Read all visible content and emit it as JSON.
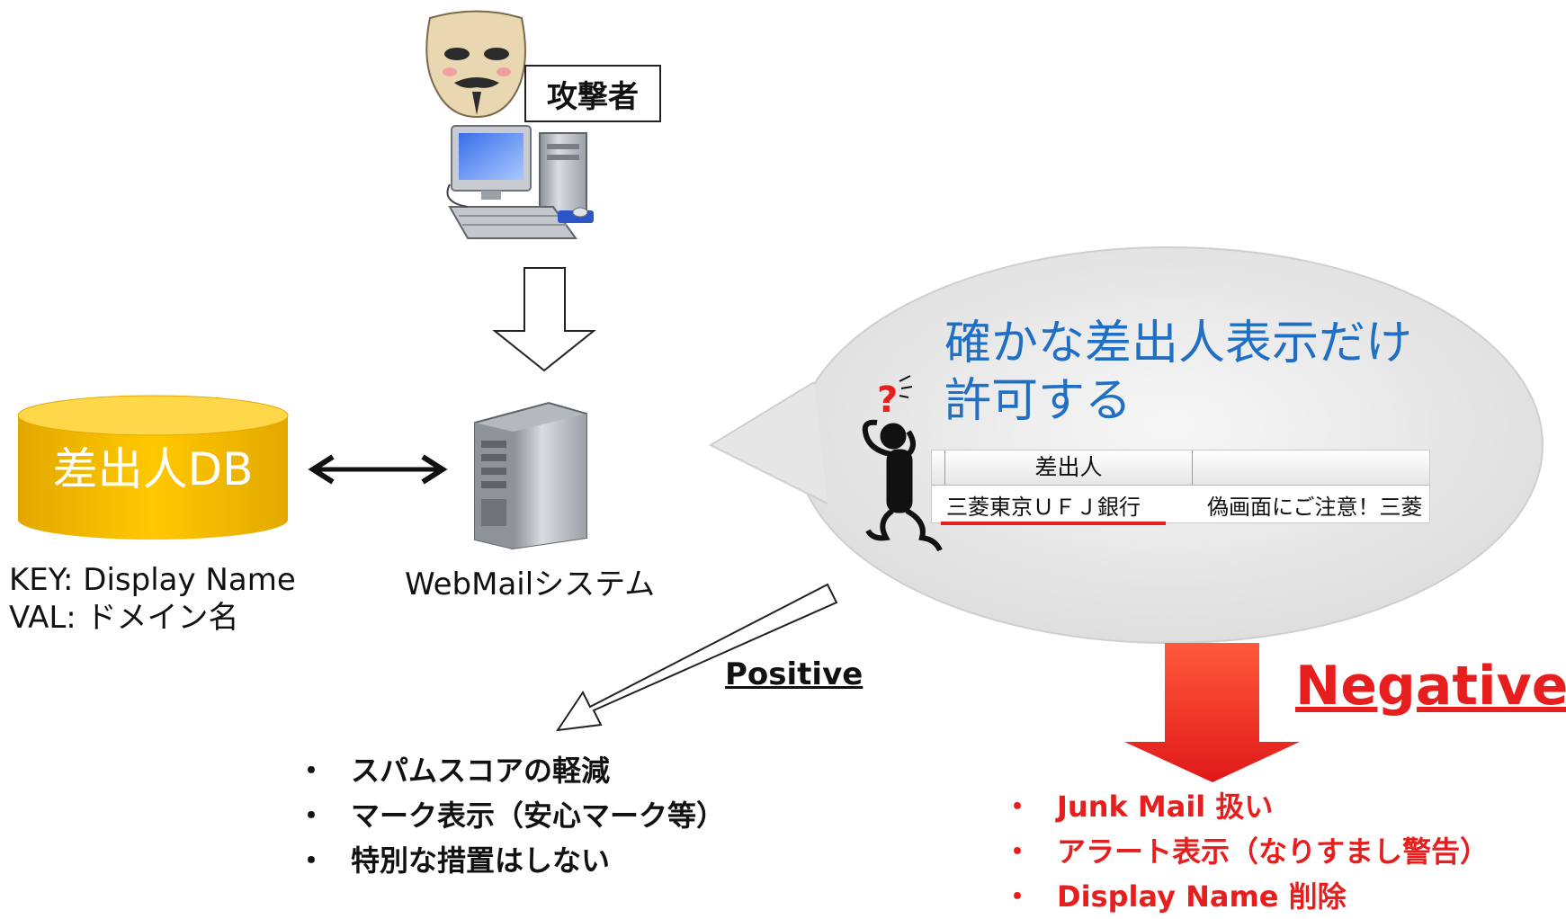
{
  "attacker_label": "攻撃者",
  "db": {
    "label": "差出人DB",
    "key_line": "KEY: Display Name",
    "val_line": "VAL: ドメイン名"
  },
  "server_label": "WebMailシステム",
  "bubble": {
    "line1": "確かな差出人表示だけ",
    "line2": "許可する"
  },
  "mail_table": {
    "header": "差出人",
    "sender": "三菱東京ＵＦＪ銀行",
    "subject": "偽画面にご注意！三菱"
  },
  "positive": {
    "label": "Positive",
    "items": [
      "スパムスコアの軽減",
      "マーク表示（安心マーク等）",
      "特別な措置はしない"
    ]
  },
  "negative": {
    "label": "Negative",
    "items": [
      "Junk Mail 扱い",
      "アラート表示（なりすまし警告）",
      "Display Name 削除"
    ]
  },
  "bullet": "・",
  "colors": {
    "negative_red": "#e61e1e",
    "bubble_text_blue": "#1f6fc4",
    "db_gold": "#f5c000",
    "bubble_gray": "#e4e4e4"
  }
}
